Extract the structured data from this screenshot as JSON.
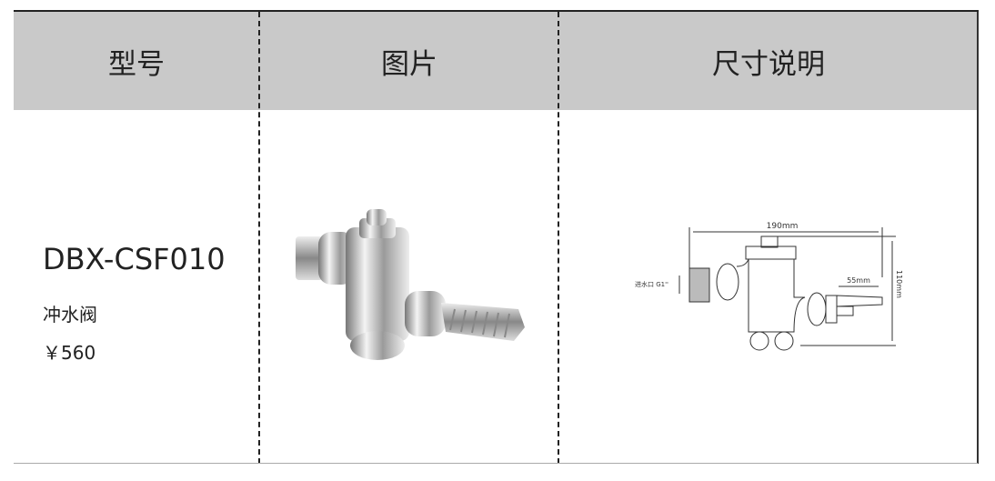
{
  "table": {
    "headers": [
      "型号",
      "图片",
      "尺寸说明"
    ],
    "rows": [
      {
        "model": "DBX-CSF010",
        "name": "冲水阀",
        "price": "￥560",
        "dimensions": {
          "width_label": "190mm",
          "height_label": "110mm",
          "pedal_label": "55mm",
          "inlet_label": "进水口 G1''"
        }
      }
    ]
  }
}
